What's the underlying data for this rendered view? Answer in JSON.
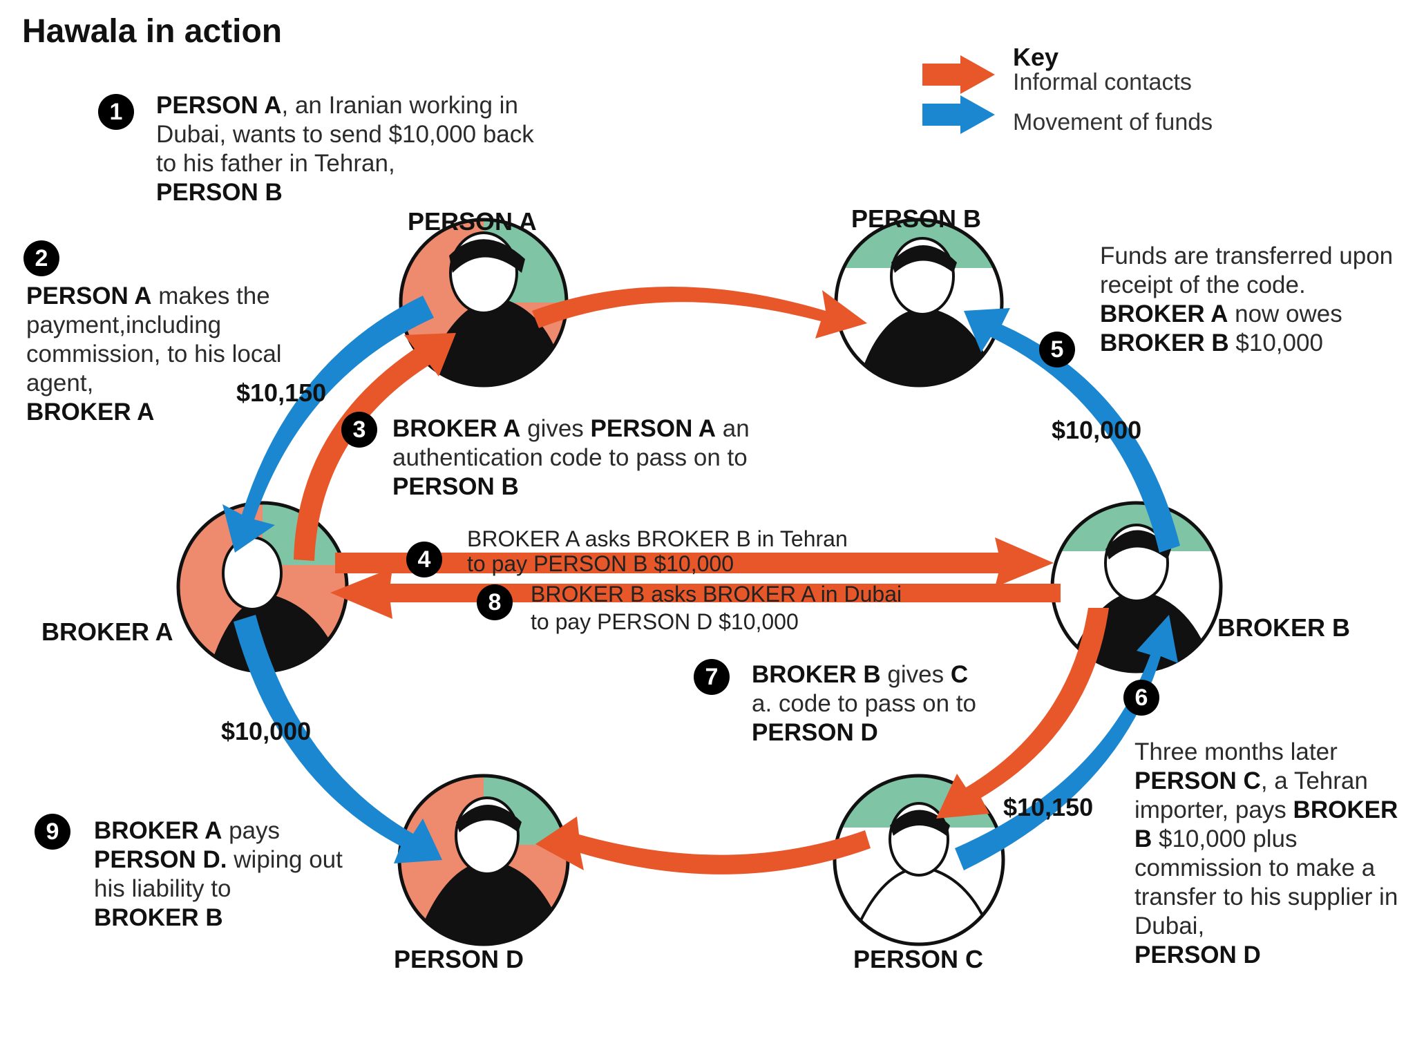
{
  "title": "Hawala in action",
  "key": {
    "heading": "Key",
    "informal": "Informal contacts",
    "funds": "Movement of funds"
  },
  "colors": {
    "informal": "#e8572a",
    "funds": "#1b87d0",
    "accent_green": "#7fc4a5",
    "accent_salmon": "#ee8a6d"
  },
  "nodes": {
    "person_a": "PERSON A",
    "person_b": "PERSON B",
    "broker_a": "BROKER A",
    "broker_b": "BROKER B",
    "person_c": "PERSON C",
    "person_d": "PERSON D"
  },
  "amounts": {
    "a_to_broker_a": "$10,150",
    "broker_b_to_person_b": "$10,000",
    "broker_a_to_person_d": "$10,000",
    "person_c_to_broker_b": "$10,150"
  },
  "steps": {
    "s1": {
      "num": "1",
      "b1": "PERSON A",
      "t1": ", an Iranian working in Dubai, wants to send $10,000 back to his father in Tehran,",
      "b2": "PERSON B"
    },
    "s2": {
      "num": "2",
      "b1": "PERSON A",
      "t1": " makes the payment,including commission, to his local agent,",
      "b2": "BROKER A"
    },
    "s3": {
      "num": "3",
      "b1": "BROKER A",
      "t1": " gives ",
      "b2": "PERSON A",
      "t2": " an authentication code to pass on to",
      "b3": "PERSON B"
    },
    "s4": {
      "num": "4",
      "line1": "BROKER A asks BROKER B in Tehran",
      "line2": "to pay PERSON B $10,000"
    },
    "s5": {
      "num": "5",
      "t1": "Funds are transferred upon receipt of the code.",
      "b1": "BROKER A",
      "t2": " now owes",
      "b2": "BROKER B",
      "t3": " $10,000"
    },
    "s6": {
      "num": "6",
      "t1": "Three months later",
      "b1": "PERSON C",
      "t2": ", a Tehran importer, pays ",
      "b2": "BROKER B",
      "t3": " $10,000 plus commission to make a transfer to his supplier in Dubai,",
      "b3": "PERSON D"
    },
    "s7": {
      "num": "7",
      "b1": "BROKER B",
      "t1": " gives ",
      "b2": "C",
      "t2": "a. code to pass on to",
      "b3": "PERSON D"
    },
    "s8": {
      "num": "8",
      "line1": "BROKER B asks BROKER A in Dubai",
      "line2": "to pay PERSON D $10,000"
    },
    "s9": {
      "num": "9",
      "b1": "BROKER A",
      "t1": " pays ",
      "b2": "PERSON D.",
      "t2": " wiping out his liability to",
      "b3": "BROKER B"
    }
  }
}
